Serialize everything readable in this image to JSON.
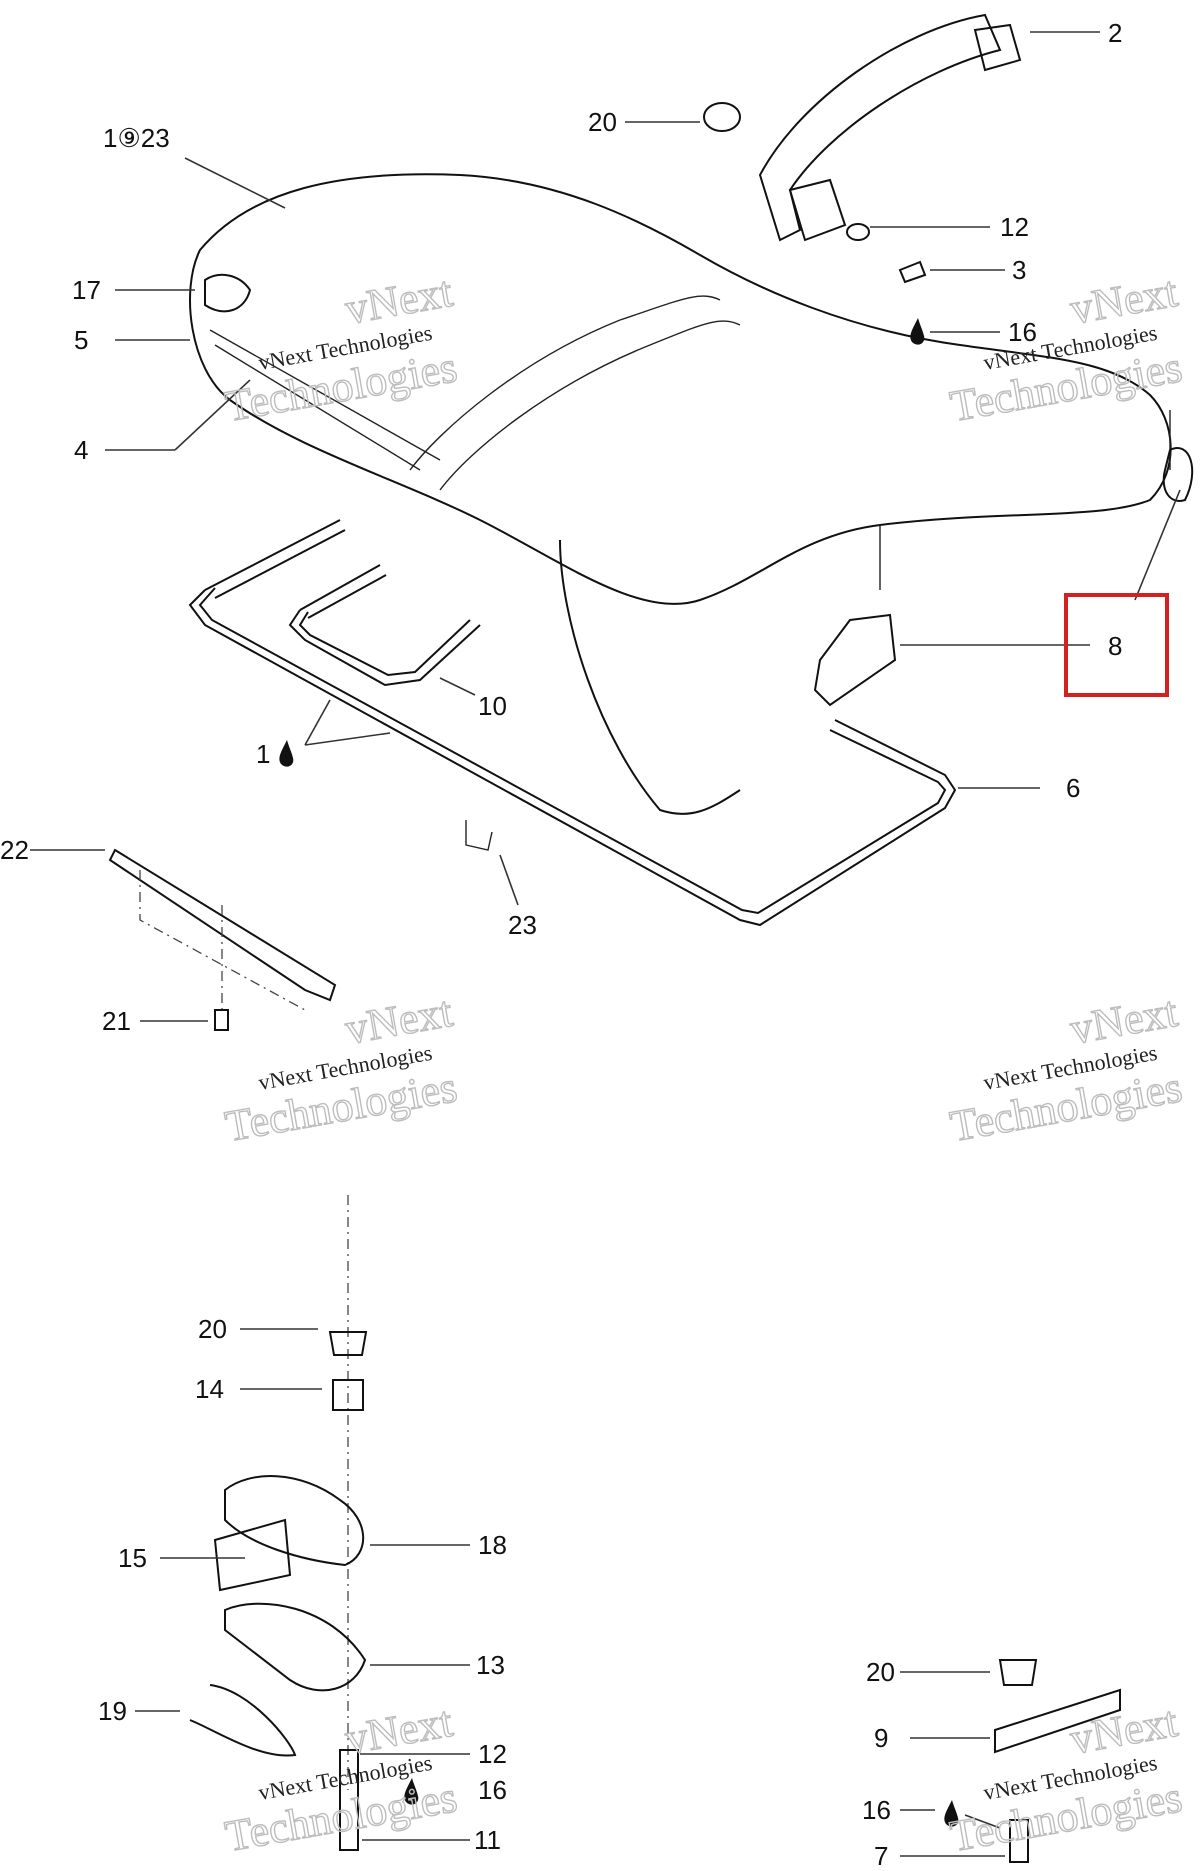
{
  "callouts": {
    "seat_assembly": "1⑨23",
    "c2": "2",
    "c20a": "20",
    "c12a": "12",
    "c3": "3",
    "c16a": "16",
    "c17": "17",
    "c5": "5",
    "c4": "4",
    "c8": "8",
    "c10": "10",
    "c1": "1",
    "c6": "6",
    "c22": "22",
    "c23": "23",
    "c21": "21",
    "c20b": "20",
    "c14": "14",
    "c15": "15",
    "c18": "18",
    "c13": "13",
    "c19": "19",
    "c12b": "12",
    "c16b": "16",
    "c11": "11",
    "c20c": "20",
    "c9": "9",
    "c16c": "16",
    "c7": "7"
  },
  "watermark": {
    "brand_top": "vNext",
    "line": "vNext Technologies",
    "brand_bottom": "Technologies"
  },
  "colors": {
    "highlight": "#d42020",
    "ink": "#111111",
    "watermark": "#bdbdbd"
  },
  "icons": [
    "drop-icon"
  ]
}
